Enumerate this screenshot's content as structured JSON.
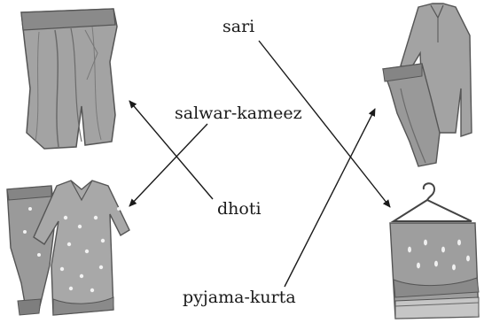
{
  "labels": {
    "sari": "sari",
    "salwar_kameez": "salwar-kameez",
    "dhoti": "dhoti",
    "pyjama_kurta": "pyjama-kurta"
  },
  "colors": {
    "garment_fill": "#9c9c9c",
    "garment_light": "#c4c4c4",
    "garment_dark": "#6e6e6e",
    "line": "#1a1a1a"
  }
}
